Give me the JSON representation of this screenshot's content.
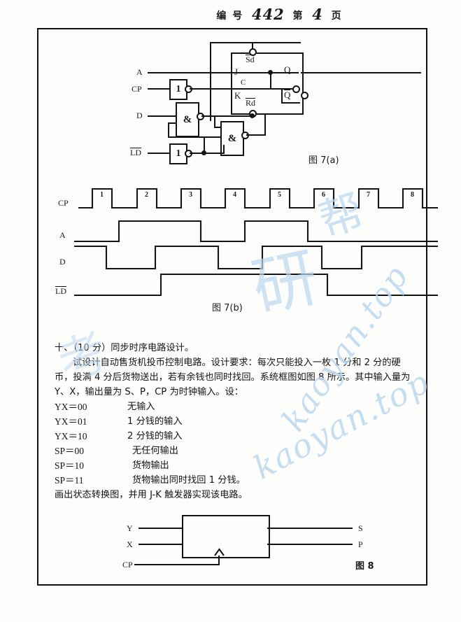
{
  "header": {
    "number_label": "编  号",
    "number_value": "442",
    "page_label": "第",
    "page_value": "4",
    "page_unit": "页"
  },
  "figure7a": {
    "caption": "图 7(a)",
    "inputs": [
      {
        "name": "A"
      },
      {
        "name": "CP"
      },
      {
        "name": "D"
      },
      {
        "name": "LD",
        "overline": true
      }
    ],
    "flipflop": {
      "type": "JK",
      "set_label": "Sd",
      "reset_label": "Rd",
      "j_label": "J",
      "c_label": "C",
      "k_label": "K",
      "q_label": "Q",
      "qbar_label": "Q"
    },
    "gates": [
      {
        "id": "inv1",
        "symbol": "1",
        "type": "inverter"
      },
      {
        "id": "and1",
        "symbol": "&",
        "type": "nand"
      },
      {
        "id": "and2",
        "symbol": "&",
        "type": "nand"
      },
      {
        "id": "inv2",
        "symbol": "1",
        "type": "inverter"
      }
    ]
  },
  "figure7b": {
    "caption": "图 7(b)",
    "pulse_numbers": [
      "1",
      "2",
      "3",
      "4",
      "5",
      "6",
      "7",
      "8"
    ],
    "signals": [
      {
        "name": "CP",
        "overline": false
      },
      {
        "name": "A",
        "overline": false
      },
      {
        "name": "D",
        "overline": false
      },
      {
        "name": "LD",
        "overline": true
      }
    ]
  },
  "question": {
    "heading": "十、（10 分）同步时序电路设计。",
    "para1": "试设计自动售货机投币控制电路。设计要求：每次只能投入一枚 1 分和 2 分的硬币，投满 4 分后货物送出，若有余钱也同时找回。系统框图如图 8 所示。其中输入量为 Y、X，输出量为 S、P，CP 为时钟输入。设：",
    "conditions": [
      {
        "key": "YX＝00",
        "value": "无输入"
      },
      {
        "key": "YX＝01",
        "value": "1 分钱的输入"
      },
      {
        "key": "YX＝10",
        "value": "2 分钱的输入"
      },
      {
        "key": "SP＝00",
        "value": "无任何输出"
      },
      {
        "key": "SP＝10",
        "value": "货物输出"
      },
      {
        "key": "SP＝11",
        "value": "货物输出同时找回 1 分钱。"
      }
    ],
    "closing": "画出状态转换图，并用 J-K 触发器实现该电路。"
  },
  "figure8": {
    "caption": "图 8",
    "inputs": [
      "Y",
      "X",
      "CP"
    ],
    "outputs": [
      "S",
      "P"
    ]
  },
  "watermark": {
    "text_latin": "kaoyan.top",
    "text_cjk_1": "考",
    "text_cjk_2": "研",
    "text_cjk_3": "帮",
    "color": "#bcd8ef"
  }
}
